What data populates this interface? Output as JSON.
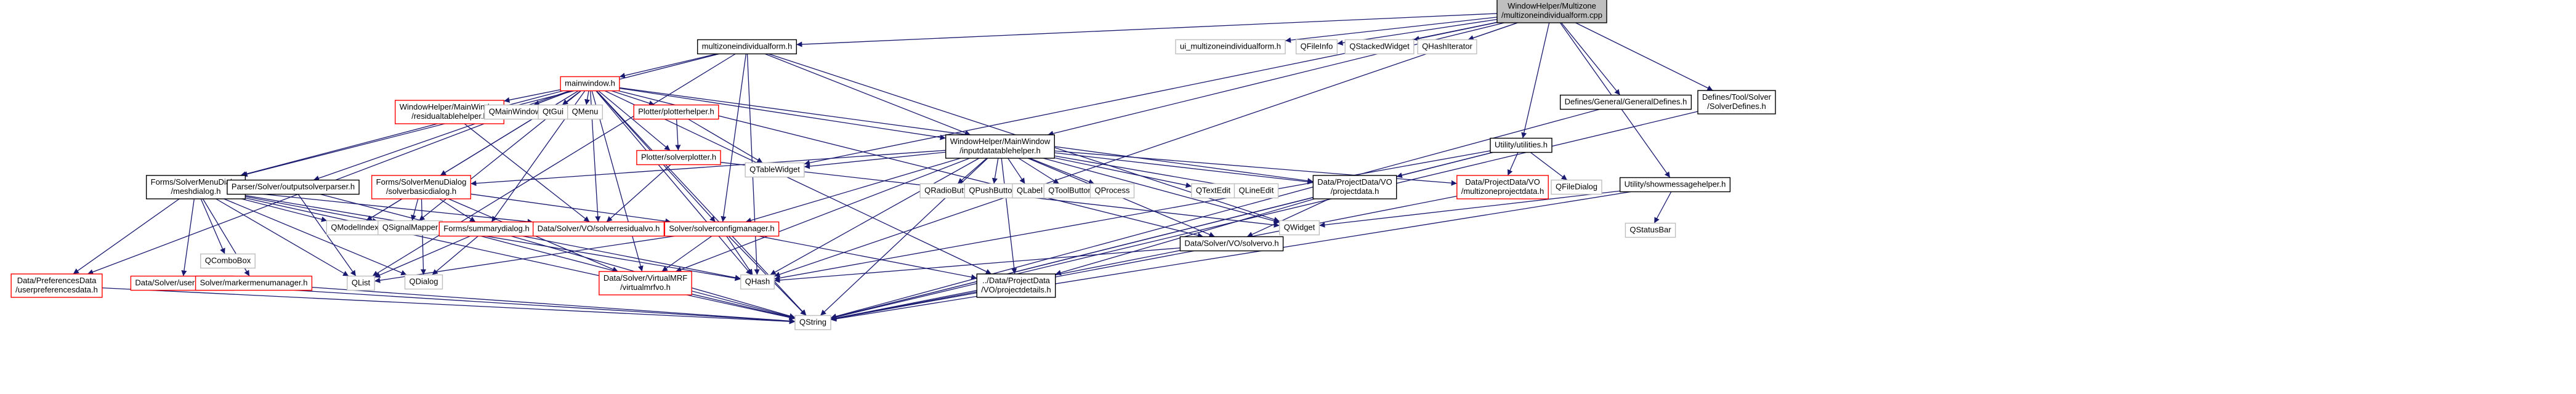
{
  "colors": {
    "edge": "#191970",
    "root_fill": "#bfbfbf",
    "root_stroke": "#000000",
    "default_stroke": "#000000",
    "system_stroke": "#bfbfbf",
    "incomplete_stroke": "#ff0000",
    "fill": "#ffffff"
  },
  "nodes": [
    {
      "id": "root",
      "lines": [
        "WindowHelper/Multizone",
        "/multizoneindividualform.cpp"
      ],
      "style": "root"
    },
    {
      "id": "multizone_h",
      "lines": [
        "multizoneindividualform.h"
      ],
      "style": "default"
    },
    {
      "id": "ui_multizone",
      "lines": [
        "ui_multizoneindividualform.h"
      ],
      "style": "system"
    },
    {
      "id": "qfileinfo",
      "lines": [
        "QFileInfo"
      ],
      "style": "system"
    },
    {
      "id": "qstackedwidget",
      "lines": [
        "QStackedWidget"
      ],
      "style": "system"
    },
    {
      "id": "qhashiterator",
      "lines": [
        "QHashIterator"
      ],
      "style": "system"
    },
    {
      "id": "generaldefines",
      "lines": [
        "Defines/General/GeneralDefines.h"
      ],
      "style": "default"
    },
    {
      "id": "solverdefines",
      "lines": [
        "Defines/Tool/Solver",
        "/SolverDefines.h"
      ],
      "style": "default"
    },
    {
      "id": "mainwindow",
      "lines": [
        "mainwindow.h"
      ],
      "style": "incomplete"
    },
    {
      "id": "utilities",
      "lines": [
        "Utility/utilities.h"
      ],
      "style": "default"
    },
    {
      "id": "showmessage",
      "lines": [
        "Utility/showmessagehelper.h"
      ],
      "style": "default"
    },
    {
      "id": "residualtable",
      "lines": [
        "WindowHelper/MainWindow",
        "/residualtablehelper.h"
      ],
      "style": "incomplete"
    },
    {
      "id": "qmainwindow",
      "lines": [
        "QMainWindow"
      ],
      "style": "system"
    },
    {
      "id": "qgui",
      "lines": [
        "QtGui"
      ],
      "style": "system"
    },
    {
      "id": "qmenu",
      "lines": [
        "QMenu"
      ],
      "style": "system"
    },
    {
      "id": "plotterhelper",
      "lines": [
        "Plotter/plotterhelper.h"
      ],
      "style": "incomplete"
    },
    {
      "id": "inputdatatable",
      "lines": [
        "WindowHelper/MainWindow",
        "/inputdatatablehelper.h"
      ],
      "style": "default"
    },
    {
      "id": "meshdialog",
      "lines": [
        "Forms/SolverMenuDialog",
        "/meshdialog.h"
      ],
      "style": "default"
    },
    {
      "id": "outputsolverparser",
      "lines": [
        "Parser/Solver/outputsolverparser.h"
      ],
      "style": "default"
    },
    {
      "id": "solverbasicdialog",
      "lines": [
        "Forms/SolverMenuDialog",
        "/solverbasicdialog.h"
      ],
      "style": "incomplete"
    },
    {
      "id": "solverplotter",
      "lines": [
        "Plotter/solverplotter.h"
      ],
      "style": "incomplete"
    },
    {
      "id": "qtablewidget",
      "lines": [
        "QTableWidget"
      ],
      "style": "system"
    },
    {
      "id": "projectdata",
      "lines": [
        "Data/ProjectData/VO",
        "/projectdata.h"
      ],
      "style": "default"
    },
    {
      "id": "multizoneprojectdata",
      "lines": [
        "Data/ProjectData/VO",
        "/multizoneprojectdata.h"
      ],
      "style": "incomplete"
    },
    {
      "id": "qfiledialog",
      "lines": [
        "QFileDialog"
      ],
      "style": "system"
    },
    {
      "id": "qradiobutton",
      "lines": [
        "QRadioButton"
      ],
      "style": "system"
    },
    {
      "id": "qpushbutton",
      "lines": [
        "QPushButton"
      ],
      "style": "system"
    },
    {
      "id": "qlabel",
      "lines": [
        "QLabel"
      ],
      "style": "system"
    },
    {
      "id": "qtoolbutton",
      "lines": [
        "QToolButton"
      ],
      "style": "system"
    },
    {
      "id": "qprocess",
      "lines": [
        "QProcess"
      ],
      "style": "system"
    },
    {
      "id": "qtextedit",
      "lines": [
        "QTextEdit"
      ],
      "style": "system"
    },
    {
      "id": "qlineedit",
      "lines": [
        "QLineEdit"
      ],
      "style": "system"
    },
    {
      "id": "qmodelindex",
      "lines": [
        "QModelIndex"
      ],
      "style": "system"
    },
    {
      "id": "qsignalmapper",
      "lines": [
        "QSignalMapper"
      ],
      "style": "system"
    },
    {
      "id": "summarydialog",
      "lines": [
        "Forms/summarydialog.h"
      ],
      "style": "incomplete"
    },
    {
      "id": "solverresidualvo",
      "lines": [
        "Data/Solver/VO/solverresidualvo.h"
      ],
      "style": "incomplete"
    },
    {
      "id": "solverconfigmanager",
      "lines": [
        "Solver/solverconfigmanager.h"
      ],
      "style": "incomplete"
    },
    {
      "id": "solvervo",
      "lines": [
        "Data/Solver/VO/solvervo.h"
      ],
      "style": "default"
    },
    {
      "id": "qwidget",
      "lines": [
        "QWidget"
      ],
      "style": "system"
    },
    {
      "id": "qstatusbar",
      "lines": [
        "QStatusBar"
      ],
      "style": "system"
    },
    {
      "id": "qcombobox",
      "lines": [
        "QComboBox"
      ],
      "style": "system"
    },
    {
      "id": "userpreferencesdata",
      "lines": [
        "Data/PreferencesData",
        "/userpreferencesdata.h"
      ],
      "style": "incomplete"
    },
    {
      "id": "usermeshvo",
      "lines": [
        "Data/Solver/usermeshvo.h"
      ],
      "style": "incomplete"
    },
    {
      "id": "solvermarker",
      "lines": [
        "Solver/markermenumanager.h"
      ],
      "style": "incomplete"
    },
    {
      "id": "qdialog",
      "lines": [
        "QDialog"
      ],
      "style": "system"
    },
    {
      "id": "virtualmrfvo",
      "lines": [
        "Data/Solver/VirtualMRF",
        "/virtualmrfvo.h"
      ],
      "style": "incomplete"
    },
    {
      "id": "qhash",
      "lines": [
        "QHash"
      ],
      "style": "system"
    },
    {
      "id": "projectdetails",
      "lines": [
        "../Data/ProjectData",
        "/VO/projectdetails.h"
      ],
      "style": "default"
    },
    {
      "id": "qlist",
      "lines": [
        "QList"
      ],
      "style": "system"
    },
    {
      "id": "qstring",
      "lines": [
        "QString"
      ],
      "style": "system"
    }
  ],
  "edges": [
    [
      "root",
      "multizone_h"
    ],
    [
      "root",
      "ui_multizone"
    ],
    [
      "root",
      "qfileinfo"
    ],
    [
      "root",
      "qstackedwidget"
    ],
    [
      "root",
      "qhashiterator"
    ],
    [
      "root",
      "generaldefines"
    ],
    [
      "root",
      "solverdefines"
    ],
    [
      "root",
      "utilities"
    ],
    [
      "root",
      "showmessage"
    ],
    [
      "root",
      "inputdatatable"
    ],
    [
      "root",
      "qtablewidget"
    ],
    [
      "root",
      "qhash"
    ],
    [
      "multizone_h",
      "mainwindow"
    ],
    [
      "multizone_h",
      "inputdatatable"
    ],
    [
      "multizone_h",
      "meshdialog"
    ],
    [
      "multizone_h",
      "solverconfigmanager"
    ],
    [
      "multizone_h",
      "qwidget"
    ],
    [
      "multizone_h",
      "qhash"
    ],
    [
      "multizone_h",
      "qlist"
    ],
    [
      "mainwindow",
      "residualtable"
    ],
    [
      "mainwindow",
      "qmainwindow"
    ],
    [
      "mainwindow",
      "qgui"
    ],
    [
      "mainwindow",
      "qmenu"
    ],
    [
      "mainwindow",
      "plotterhelper"
    ],
    [
      "mainwindow",
      "inputdatatable"
    ],
    [
      "mainwindow",
      "meshdialog"
    ],
    [
      "mainwindow",
      "outputsolverparser"
    ],
    [
      "mainwindow",
      "solverbasicdialog"
    ],
    [
      "mainwindow",
      "solverplotter"
    ],
    [
      "mainwindow",
      "solverresidualvo"
    ],
    [
      "mainwindow",
      "solverconfigmanager"
    ],
    [
      "mainwindow",
      "summarydialog"
    ],
    [
      "mainwindow",
      "qsignalmapper"
    ],
    [
      "mainwindow",
      "qmodelindex"
    ],
    [
      "mainwindow",
      "userpreferencesdata"
    ],
    [
      "mainwindow",
      "virtualmrfvo"
    ],
    [
      "mainwindow",
      "projectdata"
    ],
    [
      "mainwindow",
      "projectdetails"
    ],
    [
      "mainwindow",
      "solvervo"
    ],
    [
      "mainwindow",
      "qhash"
    ],
    [
      "mainwindow",
      "qstring"
    ],
    [
      "residualtable",
      "solverresidualvo"
    ],
    [
      "plotterhelper",
      "solverplotter"
    ],
    [
      "plotterhelper",
      "qtablewidget"
    ],
    [
      "solverplotter",
      "solverresidualvo"
    ],
    [
      "solverplotter",
      "qwidget"
    ],
    [
      "inputdatatable",
      "qtablewidget"
    ],
    [
      "inputdatatable",
      "qradiobutton"
    ],
    [
      "inputdatatable",
      "qpushbutton"
    ],
    [
      "inputdatatable",
      "qlabel"
    ],
    [
      "inputdatatable",
      "qtoolbutton"
    ],
    [
      "inputdatatable",
      "qprocess"
    ],
    [
      "inputdatatable",
      "qtextedit"
    ],
    [
      "inputdatatable",
      "qlineedit"
    ],
    [
      "inputdatatable",
      "qwidget"
    ],
    [
      "inputdatatable",
      "projectdata"
    ],
    [
      "inputdatatable",
      "multizoneprojectdata"
    ],
    [
      "inputdatatable",
      "solverbasicdialog"
    ],
    [
      "inputdatatable",
      "solverconfigmanager"
    ],
    [
      "inputdatatable",
      "solvervo"
    ],
    [
      "inputdatatable",
      "projectdetails"
    ],
    [
      "inputdatatable",
      "virtualmrfvo"
    ],
    [
      "inputdatatable",
      "qhash"
    ],
    [
      "inputdatatable",
      "qstring"
    ],
    [
      "meshdialog",
      "qcombobox"
    ],
    [
      "meshdialog",
      "userpreferencesdata"
    ],
    [
      "meshdialog",
      "usermeshvo"
    ],
    [
      "meshdialog",
      "solvermarker"
    ],
    [
      "meshdialog",
      "qmodelindex"
    ],
    [
      "meshdialog",
      "qsignalmapper"
    ],
    [
      "meshdialog",
      "qdialog"
    ],
    [
      "meshdialog",
      "qlist"
    ],
    [
      "meshdialog",
      "qhash"
    ],
    [
      "meshdialog",
      "qstring"
    ],
    [
      "meshdialog",
      "solverresidualvo"
    ],
    [
      "outputsolverparser",
      "qlist"
    ],
    [
      "outputsolverparser",
      "qstring"
    ],
    [
      "solverbasicdialog",
      "qsignalmapper"
    ],
    [
      "solverbasicdialog",
      "qmodelindex"
    ],
    [
      "solverbasicdialog",
      "qdialog"
    ],
    [
      "solverbasicdialog",
      "summarydialog"
    ],
    [
      "solverbasicdialog",
      "solverconfigmanager"
    ],
    [
      "solverbasicdialog",
      "virtualmrfvo"
    ],
    [
      "summarydialog",
      "qdialog"
    ],
    [
      "summarydialog",
      "qhash"
    ],
    [
      "summarydialog",
      "qstring"
    ],
    [
      "summarydialog",
      "qlist"
    ],
    [
      "solverconfigmanager",
      "qhash"
    ],
    [
      "solverconfigmanager",
      "qstring"
    ],
    [
      "solverconfigmanager",
      "virtualmrfvo"
    ],
    [
      "solverconfigmanager",
      "projectdetails"
    ],
    [
      "solverconfigmanager",
      "qlist"
    ],
    [
      "projectdata",
      "solvervo"
    ],
    [
      "projectdata",
      "qstring"
    ],
    [
      "projectdata",
      "projectdetails"
    ],
    [
      "solvervo",
      "qhash"
    ],
    [
      "solvervo",
      "qstring"
    ],
    [
      "projectdetails",
      "qstring"
    ],
    [
      "multizoneprojectdata",
      "qstring"
    ],
    [
      "virtualmrfvo",
      "qstring"
    ],
    [
      "userpreferencesdata",
      "qstring"
    ],
    [
      "usermeshvo",
      "qstring"
    ],
    [
      "solvermarker",
      "qstring"
    ],
    [
      "utilities",
      "projectdata"
    ],
    [
      "utilities",
      "multizoneprojectdata"
    ],
    [
      "utilities",
      "qfiledialog"
    ],
    [
      "utilities",
      "qstring"
    ],
    [
      "utilities",
      "qhash"
    ],
    [
      "showmessage",
      "qwidget"
    ],
    [
      "showmessage",
      "qstatusbar"
    ],
    [
      "showmessage",
      "qstring"
    ],
    [
      "generaldefines",
      "qstring"
    ],
    [
      "solverdefines",
      "qstring"
    ]
  ]
}
